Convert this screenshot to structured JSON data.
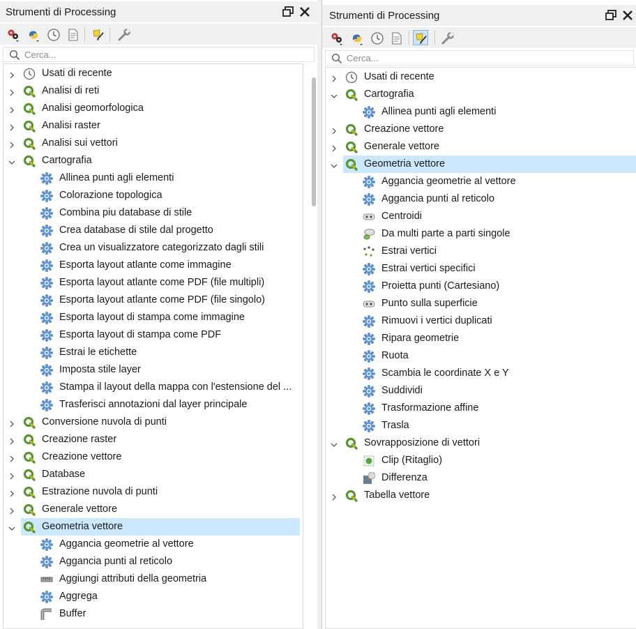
{
  "left_panel": {
    "title": "Strumenti di Processing",
    "search_placeholder": "Cerca...",
    "items": [
      {
        "label": "Usati di recente",
        "level": 0,
        "expander": "collapsed",
        "icon": "clock-icon"
      },
      {
        "label": "Analisi di reti",
        "level": 0,
        "expander": "collapsed",
        "icon": "qgis-icon"
      },
      {
        "label": "Analisi geomorfologica",
        "level": 0,
        "expander": "collapsed",
        "icon": "qgis-icon"
      },
      {
        "label": "Analisi raster",
        "level": 0,
        "expander": "collapsed",
        "icon": "qgis-icon"
      },
      {
        "label": "Analisi sui vettori",
        "level": 0,
        "expander": "collapsed",
        "icon": "qgis-icon"
      },
      {
        "label": "Cartografia",
        "level": 0,
        "expander": "expanded",
        "icon": "qgis-icon"
      },
      {
        "label": "Allinea punti agli elementi",
        "level": 1,
        "icon": "gear-icon"
      },
      {
        "label": "Colorazione topologica",
        "level": 1,
        "icon": "gear-icon"
      },
      {
        "label": "Combina piu database di stile",
        "level": 1,
        "icon": "gear-icon"
      },
      {
        "label": "Crea database di stile dal progetto",
        "level": 1,
        "icon": "gear-icon"
      },
      {
        "label": "Crea un visualizzatore categorizzato dagli stili",
        "level": 1,
        "icon": "gear-icon"
      },
      {
        "label": "Esporta layout atlante come immagine",
        "level": 1,
        "icon": "gear-icon"
      },
      {
        "label": "Esporta layout atlante come PDF (file multipli)",
        "level": 1,
        "icon": "gear-icon"
      },
      {
        "label": "Esporta layout atlante come PDF (file singolo)",
        "level": 1,
        "icon": "gear-icon"
      },
      {
        "label": "Esporta layout di stampa come immagine",
        "level": 1,
        "icon": "gear-icon"
      },
      {
        "label": "Esporta layout di stampa come PDF",
        "level": 1,
        "icon": "gear-icon"
      },
      {
        "label": "Estrai le etichette",
        "level": 1,
        "icon": "gear-icon"
      },
      {
        "label": "Imposta stile layer",
        "level": 1,
        "icon": "gear-icon"
      },
      {
        "label": "Stampa il layout della mappa con l'estensione del ...",
        "level": 1,
        "icon": "gear-icon"
      },
      {
        "label": "Trasferisci annotazioni dal layer principale",
        "level": 1,
        "icon": "gear-icon"
      },
      {
        "label": "Conversione nuvola di punti",
        "level": 0,
        "expander": "collapsed",
        "icon": "qgis-icon"
      },
      {
        "label": "Creazione raster",
        "level": 0,
        "expander": "collapsed",
        "icon": "qgis-icon"
      },
      {
        "label": "Creazione vettore",
        "level": 0,
        "expander": "collapsed",
        "icon": "qgis-icon"
      },
      {
        "label": "Database",
        "level": 0,
        "expander": "collapsed",
        "icon": "qgis-icon"
      },
      {
        "label": "Estrazione nuvola di punti",
        "level": 0,
        "expander": "collapsed",
        "icon": "qgis-icon"
      },
      {
        "label": "Generale vettore",
        "level": 0,
        "expander": "collapsed",
        "icon": "qgis-icon"
      },
      {
        "label": "Geometria vettore",
        "level": 0,
        "expander": "expanded",
        "icon": "qgis-icon",
        "selected": true
      },
      {
        "label": "Aggancia geometrie al vettore",
        "level": 1,
        "icon": "gear-icon"
      },
      {
        "label": "Aggancia punti al reticolo",
        "level": 1,
        "icon": "gear-icon"
      },
      {
        "label": "Aggiungi attributi della geometria",
        "level": 1,
        "icon": "ruler-icon"
      },
      {
        "label": "Aggrega",
        "level": 1,
        "icon": "gear-icon"
      },
      {
        "label": "Buffer",
        "level": 1,
        "icon": "buffer-icon"
      }
    ]
  },
  "right_panel": {
    "title": "Strumenti di Processing",
    "search_placeholder": "Cerca...",
    "items": [
      {
        "label": "Usati di recente",
        "level": 0,
        "expander": "collapsed",
        "icon": "clock-icon"
      },
      {
        "label": "Cartografia",
        "level": 0,
        "expander": "expanded",
        "icon": "qgis-icon"
      },
      {
        "label": "Allinea punti agli elementi",
        "level": 1,
        "icon": "gear-icon"
      },
      {
        "label": "Creazione vettore",
        "level": 0,
        "expander": "collapsed",
        "icon": "qgis-icon"
      },
      {
        "label": "Generale vettore",
        "level": 0,
        "expander": "collapsed",
        "icon": "qgis-icon"
      },
      {
        "label": "Geometria vettore",
        "level": 0,
        "expander": "expanded",
        "icon": "qgis-icon",
        "selected": true
      },
      {
        "label": "Aggancia geometrie al vettore",
        "level": 1,
        "icon": "gear-icon"
      },
      {
        "label": "Aggancia punti al reticolo",
        "level": 1,
        "icon": "gear-icon"
      },
      {
        "label": "Centroidi",
        "level": 1,
        "icon": "centroid-icon"
      },
      {
        "label": "Da multi parte a parti singole",
        "level": 1,
        "icon": "multipart-icon"
      },
      {
        "label": "Estrai vertici",
        "level": 1,
        "icon": "vertices-icon"
      },
      {
        "label": "Estrai vertici specifici",
        "level": 1,
        "icon": "gear-icon"
      },
      {
        "label": "Proietta punti (Cartesiano)",
        "level": 1,
        "icon": "gear-icon"
      },
      {
        "label": "Punto sulla superficie",
        "level": 1,
        "icon": "centroid-icon"
      },
      {
        "label": "Rimuovi i vertici duplicati",
        "level": 1,
        "icon": "gear-icon"
      },
      {
        "label": "Ripara geometrie",
        "level": 1,
        "icon": "gear-icon"
      },
      {
        "label": "Ruota",
        "level": 1,
        "icon": "gear-icon"
      },
      {
        "label": "Scambia le coordinate X e Y",
        "level": 1,
        "icon": "gear-icon"
      },
      {
        "label": "Suddividi",
        "level": 1,
        "icon": "gear-icon"
      },
      {
        "label": "Trasformazione affine",
        "level": 1,
        "icon": "gear-icon"
      },
      {
        "label": "Trasla",
        "level": 1,
        "icon": "gear-icon"
      },
      {
        "label": "Sovrapposizione di vettori",
        "level": 0,
        "expander": "expanded",
        "icon": "qgis-icon"
      },
      {
        "label": "Clip (Ritaglio)",
        "level": 1,
        "icon": "clip-icon"
      },
      {
        "label": "Differenza",
        "level": 1,
        "icon": "difference-icon"
      },
      {
        "label": "Tabella vettore",
        "level": 0,
        "expander": "collapsed",
        "icon": "qgis-icon"
      }
    ]
  },
  "toolbar_icons": [
    "models-icon",
    "python-icon",
    "history-icon",
    "results-icon",
    "edit-in-place-icon",
    "options-icon"
  ],
  "right_toolbar_active": "edit-in-place-icon",
  "colors": {
    "selection": "#cce8ff",
    "qgis_green": "#589632",
    "qgis_yellow": "#eec90d",
    "gear_blue": "#5c8fd6",
    "chrome": "#f0f0f0"
  }
}
